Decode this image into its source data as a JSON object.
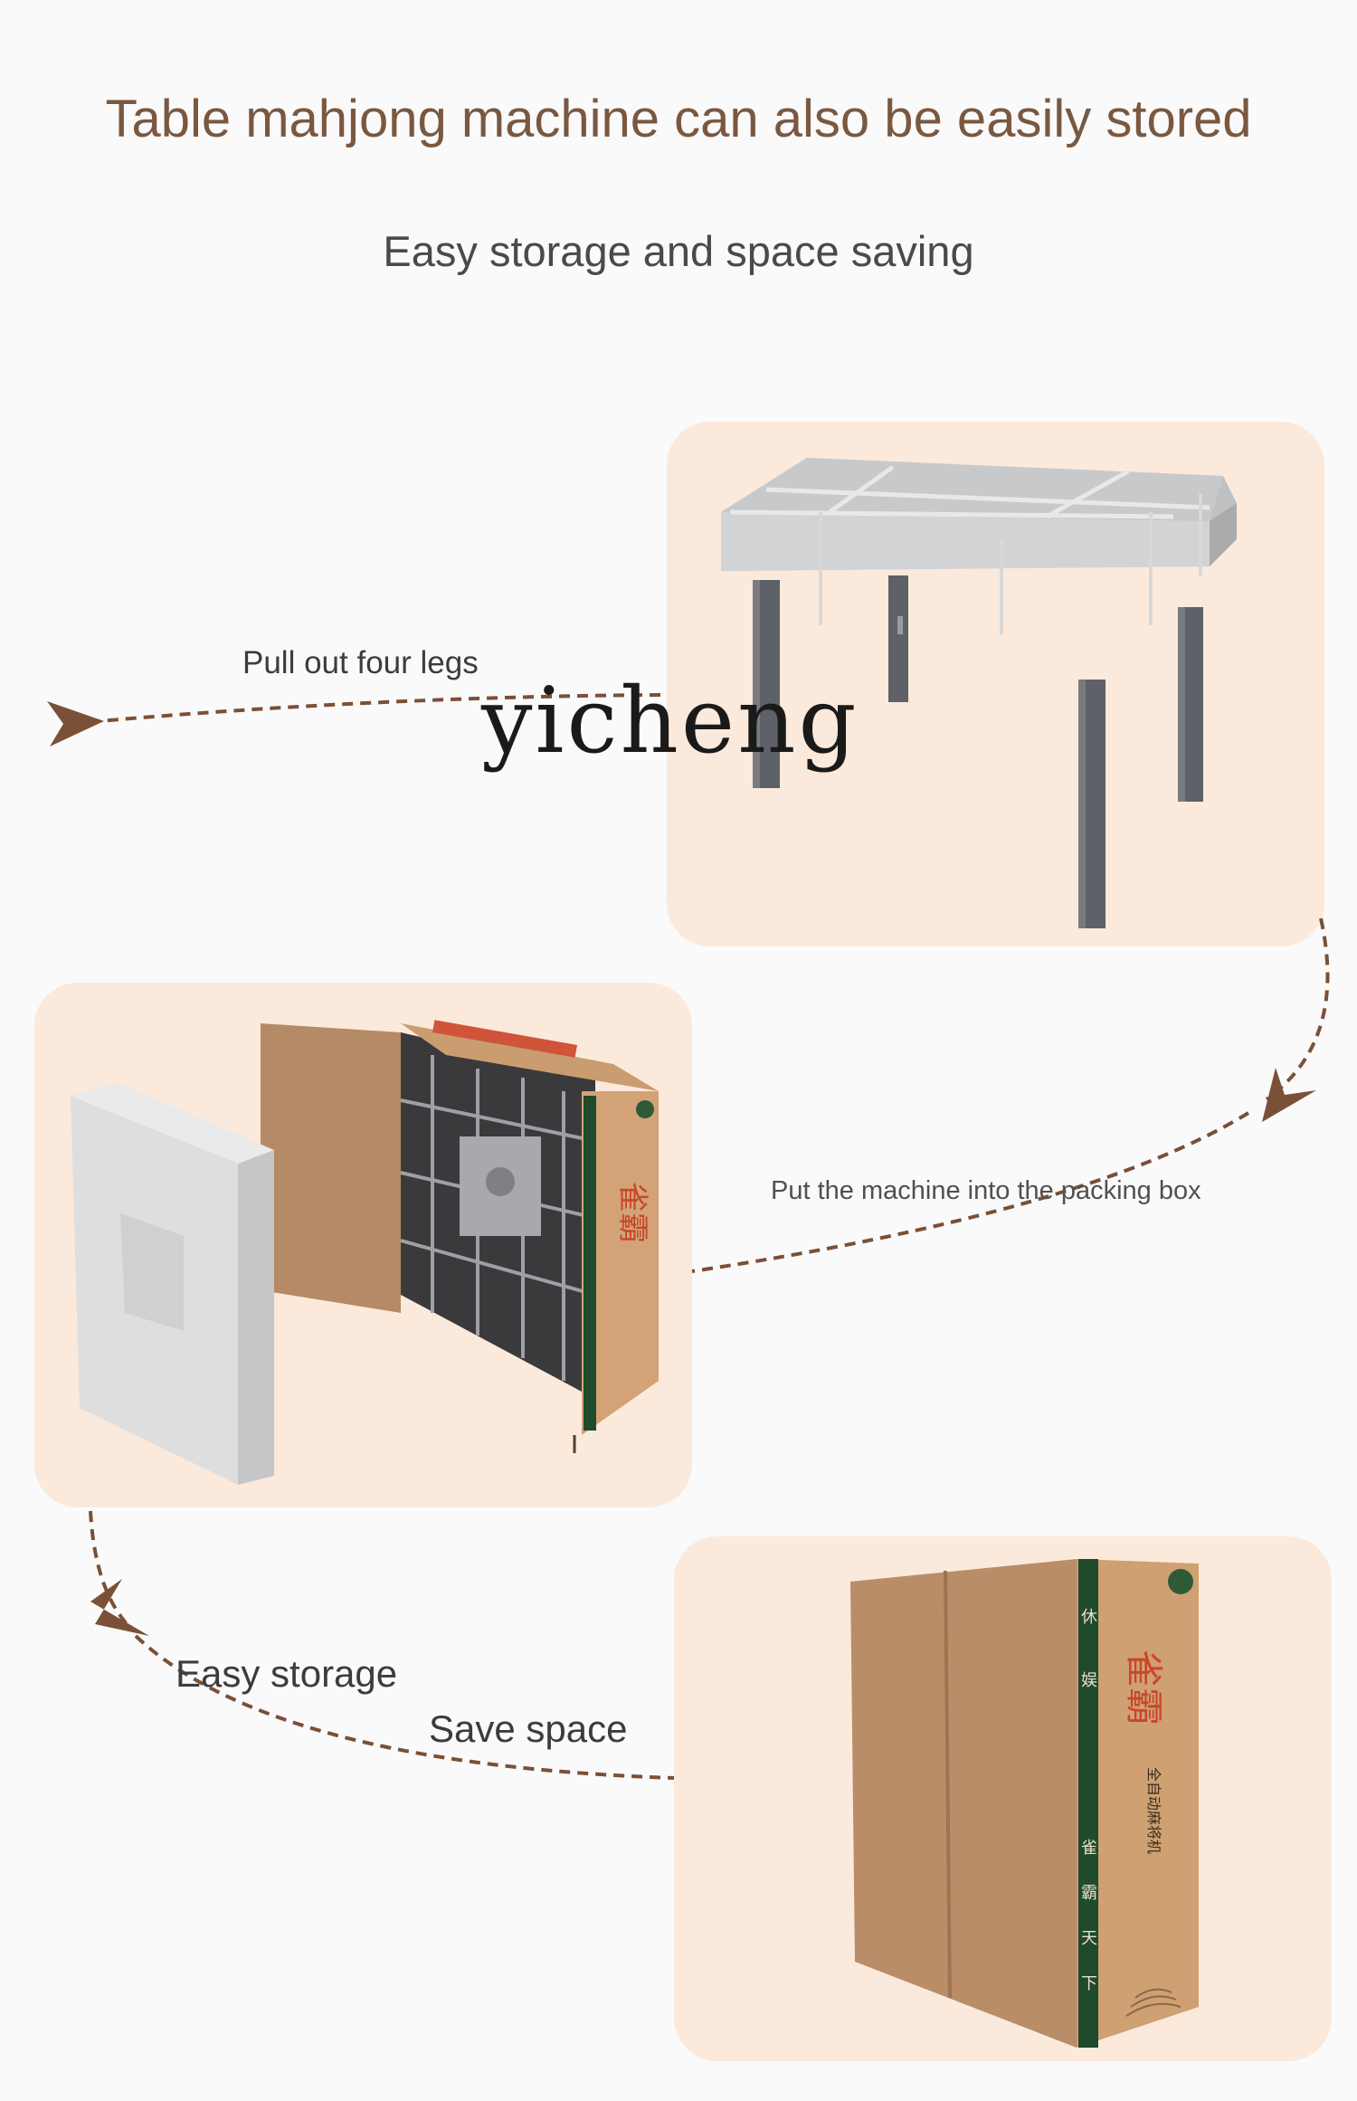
{
  "header": {
    "title": "Table mahjong machine can also be easily stored",
    "subtitle": "Easy storage and space saving"
  },
  "steps": [
    {
      "label": "Pull out four legs"
    },
    {
      "label": "Put the machine into the packing box"
    },
    {
      "label": "Easy storage"
    },
    {
      "label": "Save space"
    }
  ],
  "watermark": "yicheng",
  "colors": {
    "title": "#7a5840",
    "panel": "#fbe9dc",
    "arrow": "#7a5036",
    "cardboard": "#c49a74",
    "brand_red": "#c9462a",
    "brand_green": "#1f4a2c"
  },
  "icons": [
    "table-illustration",
    "box-open-illustration",
    "box-closed-illustration",
    "arrow-icon"
  ]
}
